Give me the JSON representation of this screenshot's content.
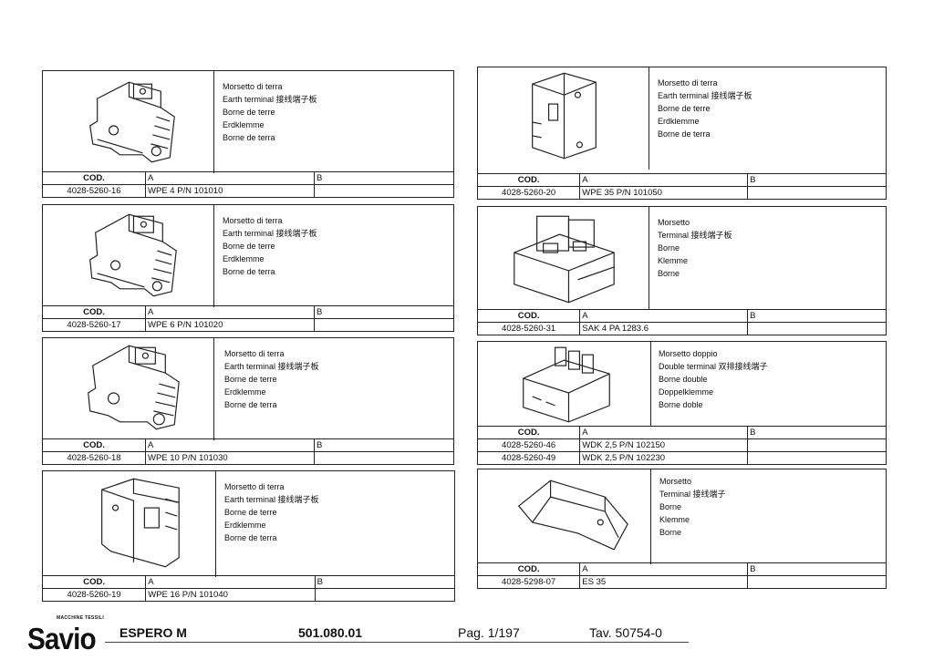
{
  "cards": [
    {
      "desc": [
        "Morsetto di terra",
        "Earth terminal 接线端子板",
        "Borne de terre",
        "Erdklemme",
        "Borne de terra"
      ],
      "header": [
        "COD.",
        "A",
        "B"
      ],
      "rows": [
        [
          "4028-5260-16",
          "WPE 4 P/N 101010",
          ""
        ]
      ]
    },
    {
      "desc": [
        "Morsetto di terra",
        "Earth terminal 接线端子板",
        "Borne de terre",
        "Erdklemme",
        "Borne de terra"
      ],
      "header": [
        "COD.",
        "A",
        "B"
      ],
      "rows": [
        [
          "4028-5260-17",
          "WPE 6 P/N 101020",
          ""
        ]
      ]
    },
    {
      "desc": [
        "Morsetto di terra",
        "Earth terminal 接线端子板",
        "Borne de terre",
        "Erdklemme",
        "Borne de terra"
      ],
      "header": [
        "COD.",
        "A",
        "B"
      ],
      "rows": [
        [
          "4028-5260-18",
          "WPE 10 P/N 101030",
          ""
        ]
      ]
    },
    {
      "desc": [
        "Morsetto di terra",
        "Earth terminal 接线端子板",
        "Borne de terre",
        "Erdklemme",
        "Borne de terra"
      ],
      "header": [
        "COD.",
        "A",
        "B"
      ],
      "rows": [
        [
          "4028-5260-19",
          "WPE 16 P/N 101040",
          ""
        ]
      ]
    },
    {
      "desc": [
        "Morsetto di terra",
        "Earth terminal 接线端子板",
        "Borne de terre",
        "Erdklemme",
        "Borne de terra"
      ],
      "header": [
        "COD.",
        "A",
        "B"
      ],
      "rows": [
        [
          "4028-5260-20",
          "WPE 35 P/N 101050",
          ""
        ]
      ]
    },
    {
      "desc": [
        "Morsetto",
        "Terminal 接线端子板",
        "Borne",
        "Klemme",
        "Borne"
      ],
      "header": [
        "COD.",
        "A",
        "B"
      ],
      "rows": [
        [
          "4028-5260-31",
          "SAK 4 PA 1283.6",
          ""
        ]
      ]
    },
    {
      "desc": [
        "Morsetto doppio",
        "Double terminal 双排接线端子",
        "Borne double",
        "Doppelklemme",
        "Borne doble"
      ],
      "header": [
        "COD.",
        "A",
        "B"
      ],
      "rows": [
        [
          "4028-5260-46",
          "WDK 2,5 P/N 102150",
          ""
        ],
        [
          "4028-5260-49",
          "WDK 2,5 P/N 102230",
          ""
        ]
      ]
    },
    {
      "desc": [
        "Morsetto",
        "Terminal 接线端子",
        "Borne",
        "Klemme",
        "Borne"
      ],
      "header": [
        "COD.",
        "A",
        "B"
      ],
      "rows": [
        [
          "4028-5298-07",
          "ES 35",
          ""
        ]
      ]
    }
  ],
  "footer": {
    "logo": "Savio",
    "logo_sub": "MACCHINE TESSILI",
    "model": "ESPERO M",
    "code": "501.080.01",
    "page": "Pag. 1/197",
    "tav": "Tav. 50754-0"
  }
}
